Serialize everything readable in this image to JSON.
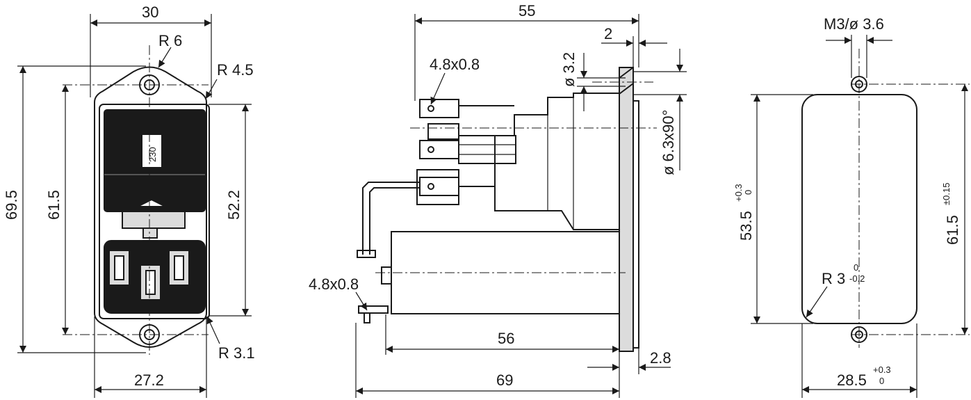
{
  "front_view": {
    "dim_width_top": "30",
    "dim_radius_top": "R 6",
    "dim_radius_corner": "R 4.5",
    "dim_height_total": "69.5",
    "dim_height_holes": "61.5",
    "dim_height_body": "52.2",
    "dim_radius_bottom": "R 3.1",
    "dim_width_bottom": "27.2",
    "voltage_label": "230"
  },
  "side_view": {
    "dim_length_top": "55",
    "dim_flange": "2",
    "dim_tab_top": "4.8x0.8",
    "dim_hole_dia": "ø 3.2",
    "dim_countersink": "ø 6.3x90°",
    "dim_tab_bottom": "4.8x0.8",
    "dim_body_length": "56",
    "dim_thickness": "2.8",
    "dim_total_length": "69"
  },
  "cutout_view": {
    "dim_screw": "M3/ø 3.6",
    "dim_height": "53.5",
    "dim_height_tol_upper": "+0.3",
    "dim_height_tol_lower": "0",
    "dim_height_holes": "61.5",
    "dim_height_holes_tol": "±0.15",
    "dim_radius": "R 3",
    "dim_radius_tol_upper": "0",
    "dim_radius_tol_lower": "-0.2",
    "dim_width": "28.5",
    "dim_width_tol_upper": "+0.3",
    "dim_width_tol_lower": "0"
  }
}
